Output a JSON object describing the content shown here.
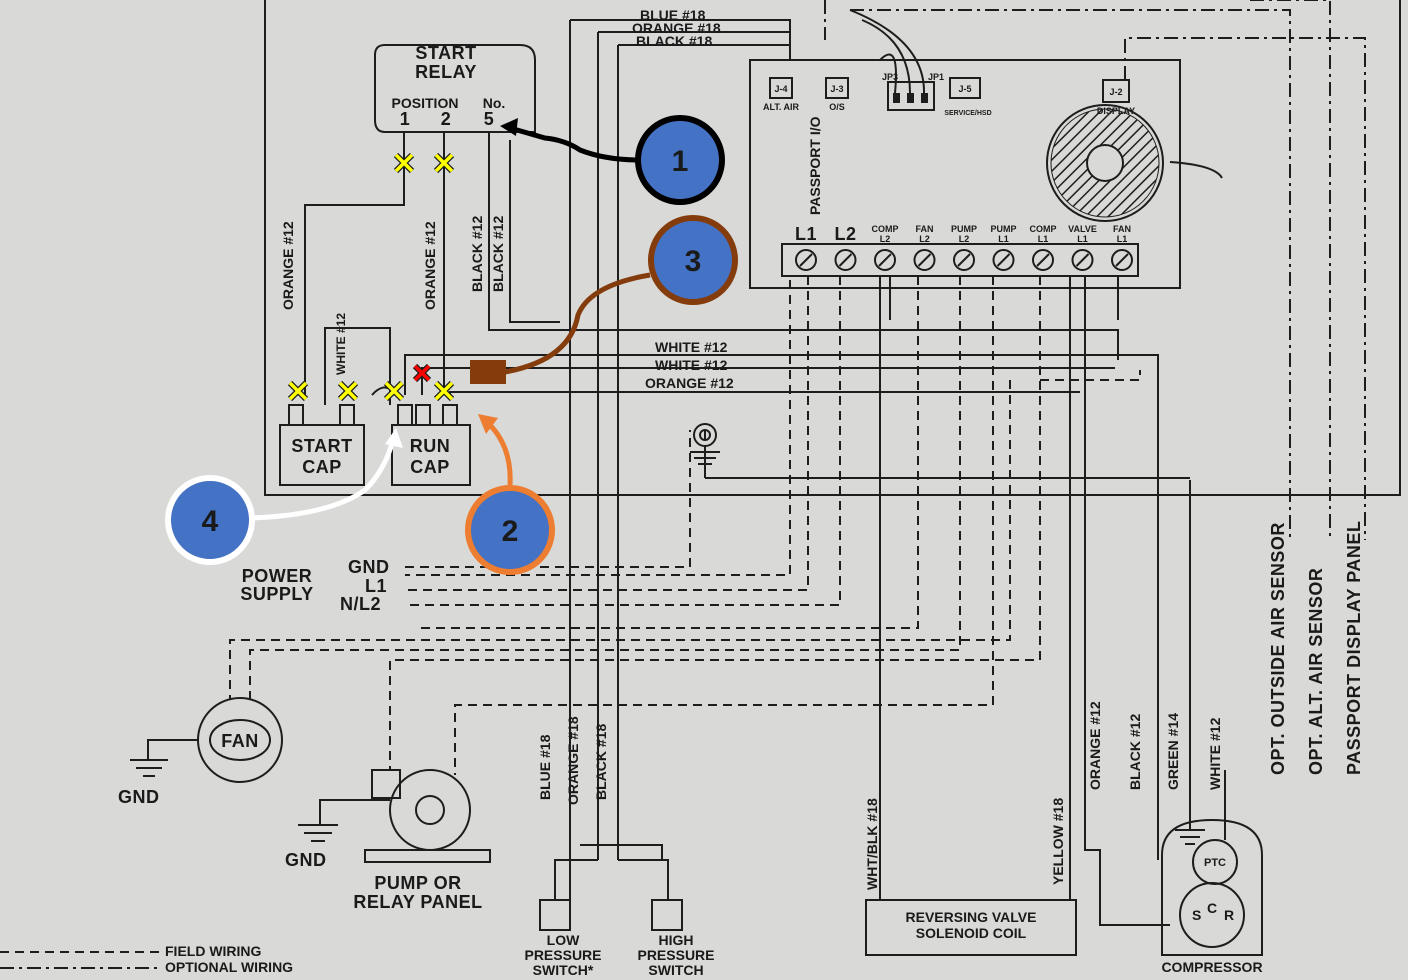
{
  "colors": {
    "paper": "#d9d9d7",
    "ink": "#1d1d1d",
    "badge_fill": "#4472c4",
    "badge1_stroke": "#000000",
    "badge2_stroke": "#ed7d31",
    "badge3_stroke": "#843c0c",
    "badge4_stroke": "#ffffff",
    "marker_yellow": "#ffff00",
    "marker_red": "#ff0000"
  },
  "start_relay": {
    "title_line1": "START",
    "title_line2": "RELAY",
    "position_label": "POSITION",
    "no_label": "No.",
    "pos1": "1",
    "pos2": "2",
    "pos5": "5"
  },
  "caps": {
    "start_line1": "START",
    "start_line2": "CAP",
    "run_line1": "RUN",
    "run_line2": "CAP"
  },
  "wire_labels": {
    "blue18": "BLUE #18",
    "orange18": "ORANGE #18",
    "black18": "BLACK #18",
    "orange12_a": "ORANGE #12",
    "orange12_b": "ORANGE #12",
    "black12_a": "BLACK #12",
    "black12_b": "BLACK #12",
    "white12_cap": "WHITE #12",
    "white12_a": "WHITE #12",
    "white12_b": "WHITE #12",
    "orange12_h": "ORANGE #12",
    "blue18_v": "BLUE #18",
    "orange18_v": "ORANGE #18",
    "black18_v": "BLACK #18",
    "whtblk18": "WHT/BLK #18",
    "yellow18": "YELLOW #18",
    "orange12_c": "ORANGE #12",
    "black12_c": "BLACK #12",
    "green14": "GREEN #14",
    "white12_c": "WHITE #12"
  },
  "board": {
    "j4": "J-4",
    "j4_sub": "ALT. AIR",
    "j3": "J-3",
    "j3_sub": "O/S",
    "j5": "J-5",
    "j5_sub": "SERVICE/HSD",
    "j2": "J-2",
    "j2_sub": "DISPLAY",
    "jp_left": "JP3",
    "jp_right": "JP1",
    "passport": "PASSPORT I/O",
    "terminals": [
      {
        "top": "",
        "bot": "L1"
      },
      {
        "top": "",
        "bot": "L2"
      },
      {
        "top": "COMP",
        "bot": "L2"
      },
      {
        "top": "FAN",
        "bot": "L2"
      },
      {
        "top": "PUMP",
        "bot": "L2"
      },
      {
        "top": "PUMP",
        "bot": "L1"
      },
      {
        "top": "COMP",
        "bot": "L1"
      },
      {
        "top": "VALVE",
        "bot": "L1"
      },
      {
        "top": "FAN",
        "bot": "L1"
      }
    ]
  },
  "power": {
    "title_line1": "POWER",
    "title_line2": "SUPPLY",
    "gnd": "GND",
    "l1": "L1",
    "nl2": "N/L2"
  },
  "components": {
    "fan": "FAN",
    "gnd_fan": "GND",
    "gnd_pump": "GND",
    "pump_line1": "PUMP OR",
    "pump_line2": "RELAY PANEL",
    "low_line1": "LOW",
    "low_line2": "PRESSURE",
    "low_line3": "SWITCH*",
    "high_line1": "HIGH",
    "high_line2": "PRESSURE",
    "high_line3": "SWITCH",
    "rv_line1": "REVERSING VALVE",
    "rv_line2": "SOLENOID COIL",
    "compressor": "COMPRESSOR",
    "ptc": "PTC",
    "s": "S",
    "c": "C",
    "r": "R"
  },
  "sensors": {
    "outside": "OPT. OUTSIDE AIR SENSOR",
    "alt": "OPT. ALT. AIR SENSOR",
    "display": "PASSPORT DISPLAY PANEL"
  },
  "legend": {
    "field": "FIELD WIRING",
    "optional": "OPTIONAL WIRING"
  },
  "badges": {
    "b1": "1",
    "b2": "2",
    "b3": "3",
    "b4": "4"
  }
}
